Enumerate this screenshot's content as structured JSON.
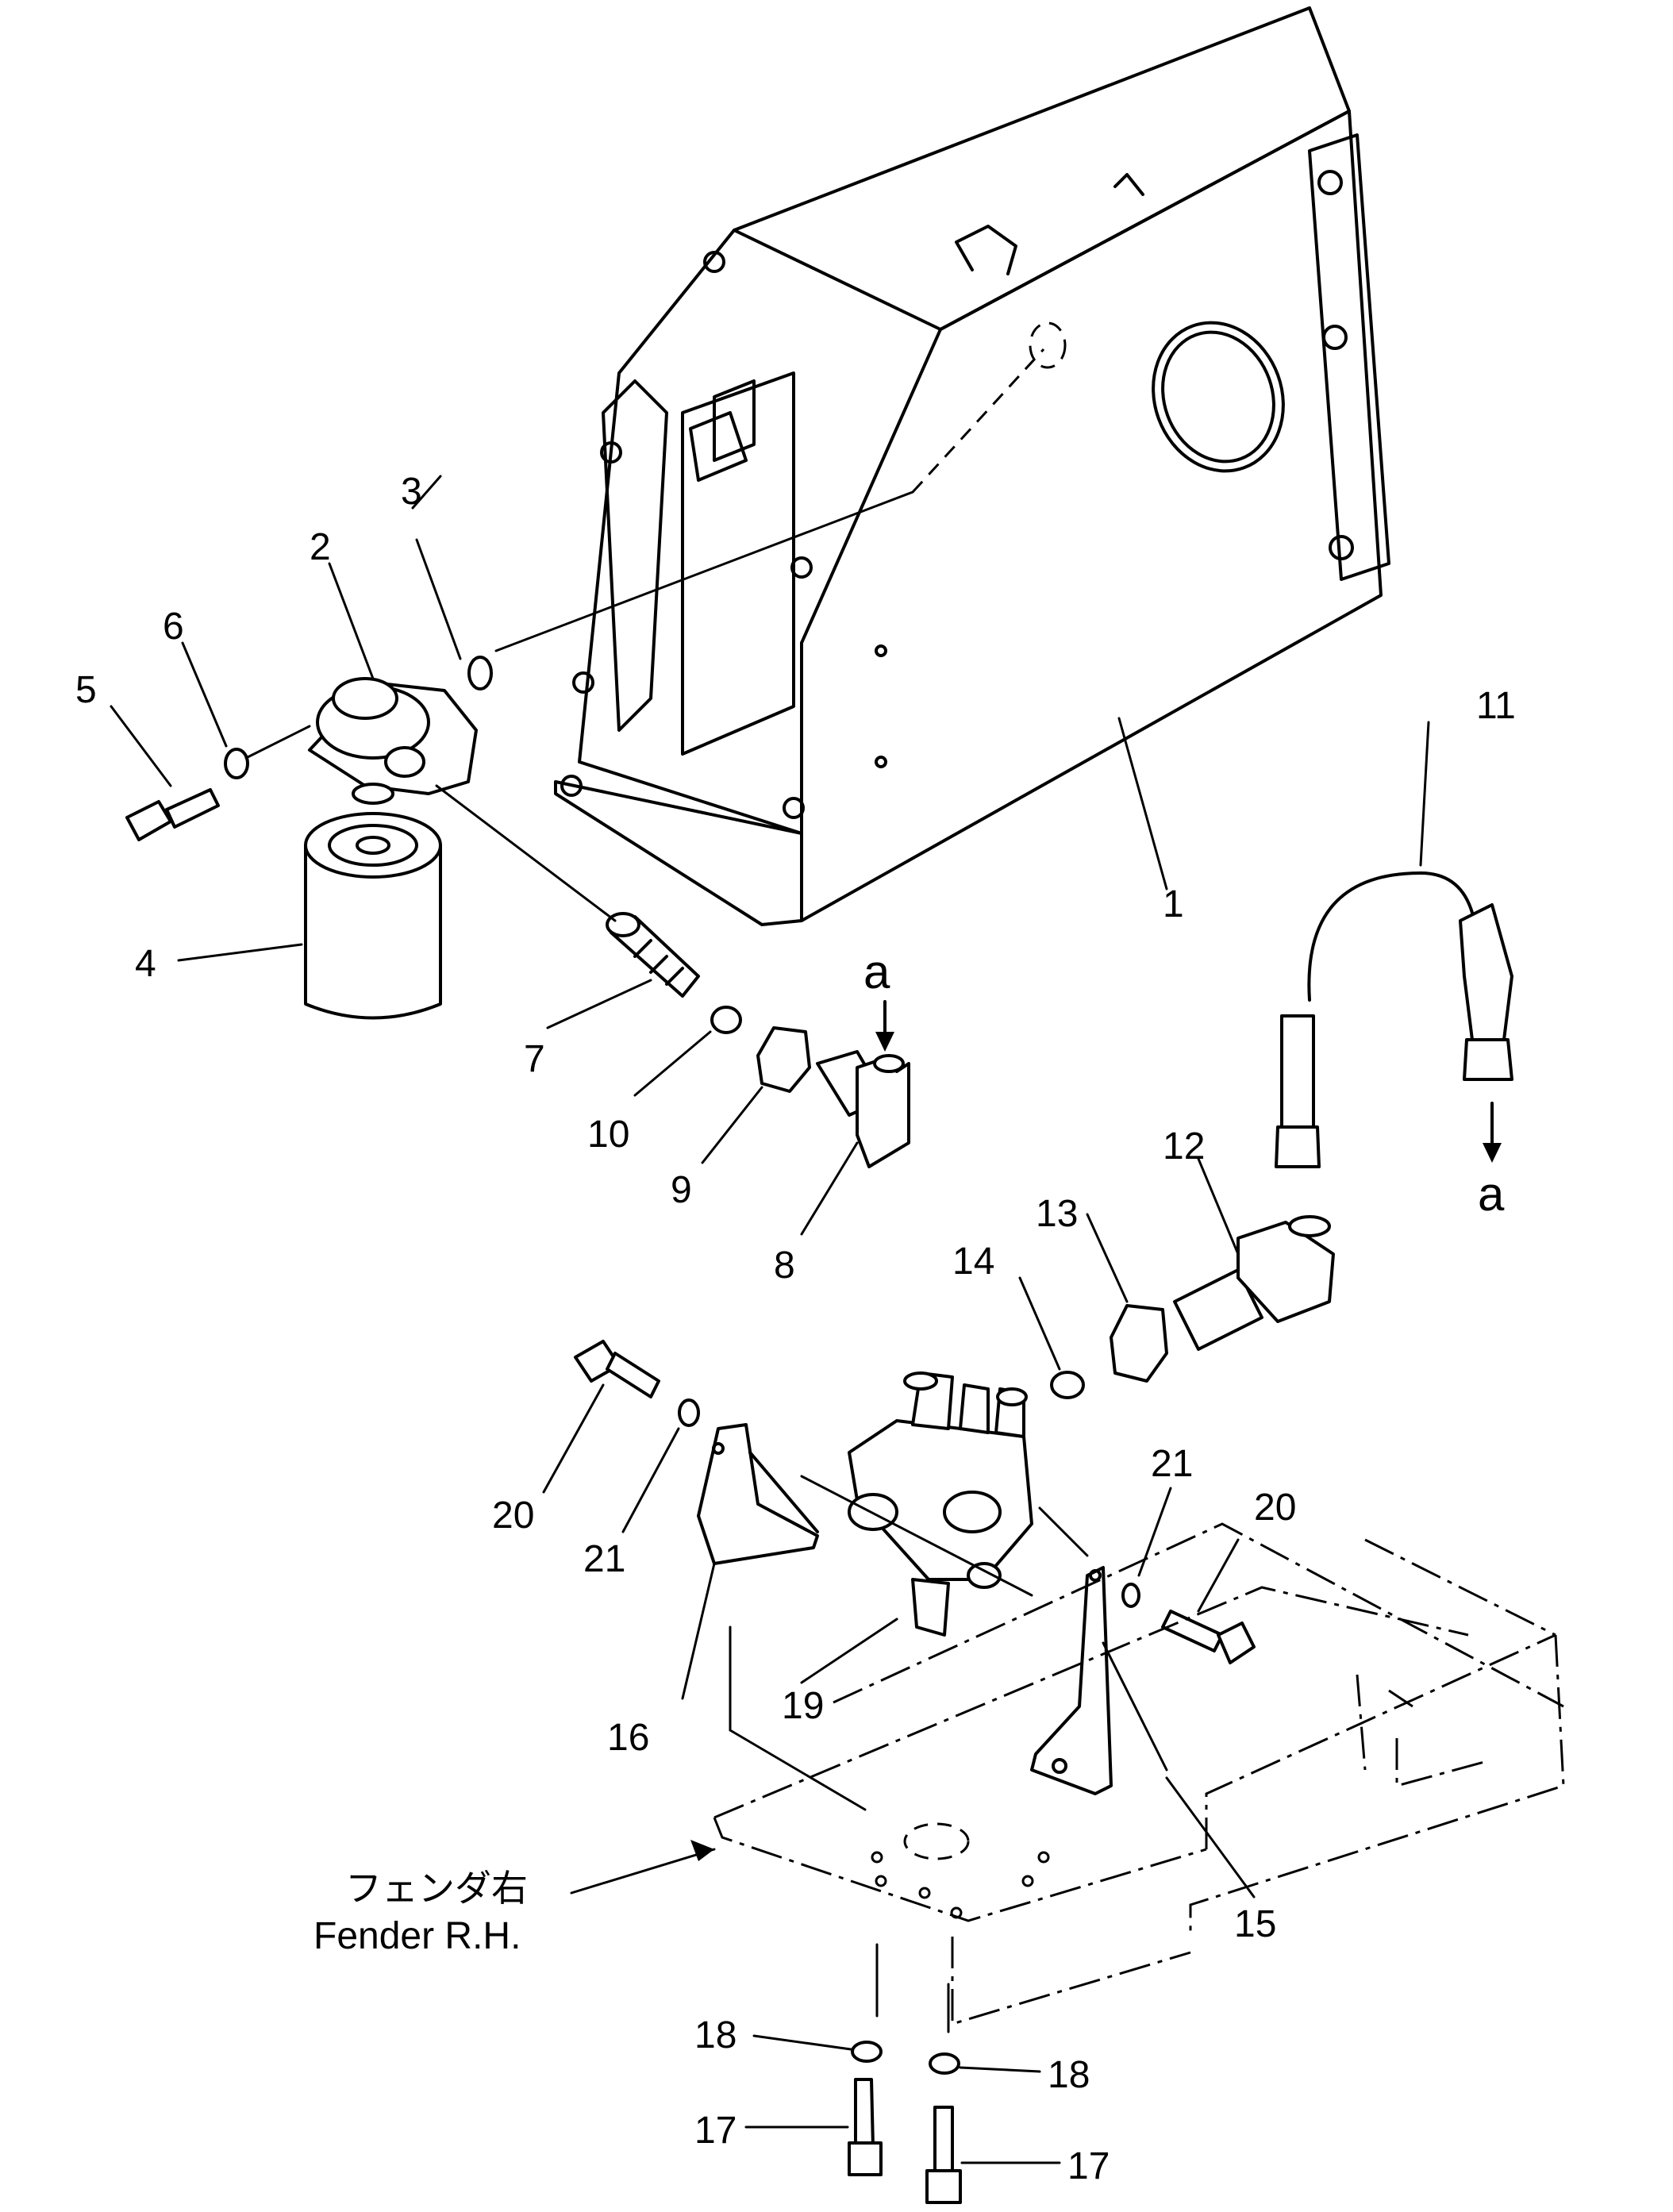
{
  "diagram": {
    "callouts": [
      "1",
      "2",
      "3",
      "4",
      "5",
      "6",
      "7",
      "8",
      "9",
      "10",
      "11",
      "12",
      "13",
      "14",
      "15",
      "16",
      "17",
      "17",
      "18",
      "18",
      "19",
      "20",
      "20",
      "21",
      "21"
    ],
    "arrow_marks": [
      "a",
      "a"
    ],
    "fender_label_jp": "フェンダ右",
    "fender_label_en": "Fender R.H."
  }
}
